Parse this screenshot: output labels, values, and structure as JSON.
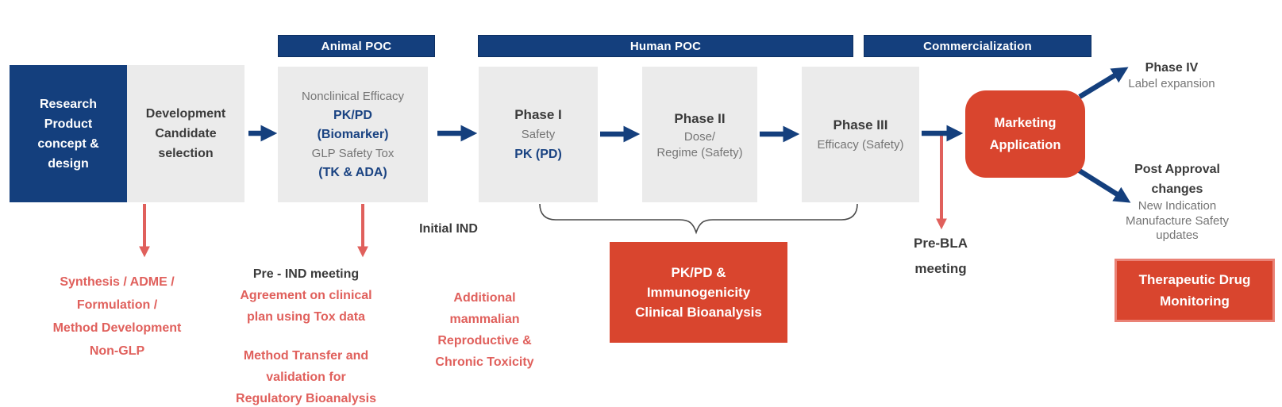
{
  "colors": {
    "navy": "#143f7d",
    "red": "#d9452e",
    "salmon": "#e0605c",
    "gray_box": "#ebebeb",
    "gray_text": "#757575",
    "dark_text": "#3b3b3b"
  },
  "banners": {
    "animal": "Animal POC",
    "human": "Human POC",
    "commercialization": "Commercialization"
  },
  "boxes": {
    "research": {
      "lines": [
        "Research",
        "Product",
        "concept &",
        "design"
      ]
    },
    "development": {
      "lines": [
        "Development",
        "Candidate",
        "selection"
      ]
    },
    "animal_poc": {
      "line1": "Nonclinical Efficacy",
      "line2": "PK/PD",
      "line3": "(Biomarker)",
      "line4": "GLP Safety Tox",
      "line5": "(TK & ADA)"
    },
    "phase1": {
      "title": "Phase I",
      "sub": "Safety",
      "pk": "PK (PD)"
    },
    "phase2": {
      "title": "Phase II",
      "sub1": "Dose/",
      "sub2": "Regime (Safety)"
    },
    "phase3": {
      "title": "Phase III",
      "sub": "Efficacy (Safety)"
    },
    "marketing": {
      "lines": [
        "Marketing",
        "Application"
      ]
    },
    "pkpd": {
      "lines": [
        "PK/PD &",
        "Immunogenicity",
        "Clinical Bioanalysis"
      ]
    },
    "tdm": {
      "lines": [
        "Therapeutic Drug",
        "Monitoring"
      ]
    }
  },
  "annotations": {
    "synthesis": {
      "lines": [
        "Synthesis / ADME /",
        "Formulation /",
        "Method Development",
        "Non-GLP"
      ]
    },
    "pre_ind": {
      "title": "Pre - IND meeting",
      "group1": [
        "Agreement on clinical",
        "plan using Tox data"
      ],
      "group2": [
        "Method Transfer and",
        "validation for",
        "Regulatory Bioanalysis"
      ]
    },
    "initial_ind": "Initial IND",
    "additional": {
      "lines": [
        "Additional",
        "mammalian",
        "Reproductive &",
        "Chronic Toxicity"
      ]
    },
    "pre_bla": {
      "lines": [
        "Pre-BLA",
        "meeting"
      ]
    },
    "phase4": {
      "title": "Phase IV",
      "sub": "Label expansion"
    },
    "post_approval": {
      "title_lines": [
        "Post Approval",
        "changes"
      ],
      "sub_lines": [
        "New Indication",
        "Manufacture Safety",
        "updates"
      ]
    }
  }
}
